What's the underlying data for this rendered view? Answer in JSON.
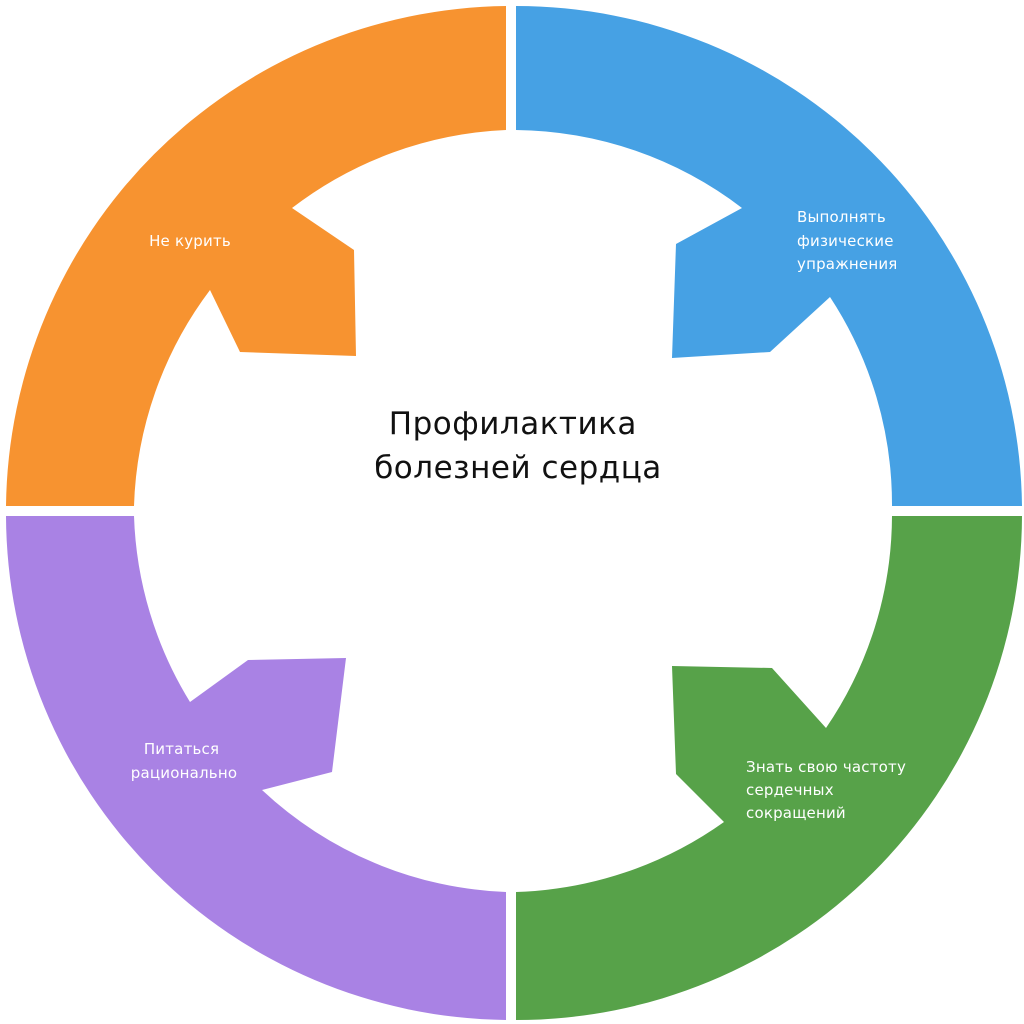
{
  "title": {
    "line1": "Профилактика",
    "line2": "болезней сердца"
  },
  "segments": [
    {
      "id": "blue",
      "lines": [
        "Выполнять",
        "физические",
        "упражнения"
      ]
    },
    {
      "id": "green",
      "lines": [
        "Знать свою частоту",
        "сердечных",
        "сокращений"
      ]
    },
    {
      "id": "purple",
      "lines": [
        "Питаться",
        "рационально"
      ]
    },
    {
      "id": "orange",
      "lines": [
        "Не курить"
      ]
    }
  ],
  "colors": {
    "blue": "#46a1e4",
    "green": "#57a249",
    "purple": "#a982e4",
    "orange": "#f79330",
    "background": "#ffffff",
    "title": "#111111"
  }
}
